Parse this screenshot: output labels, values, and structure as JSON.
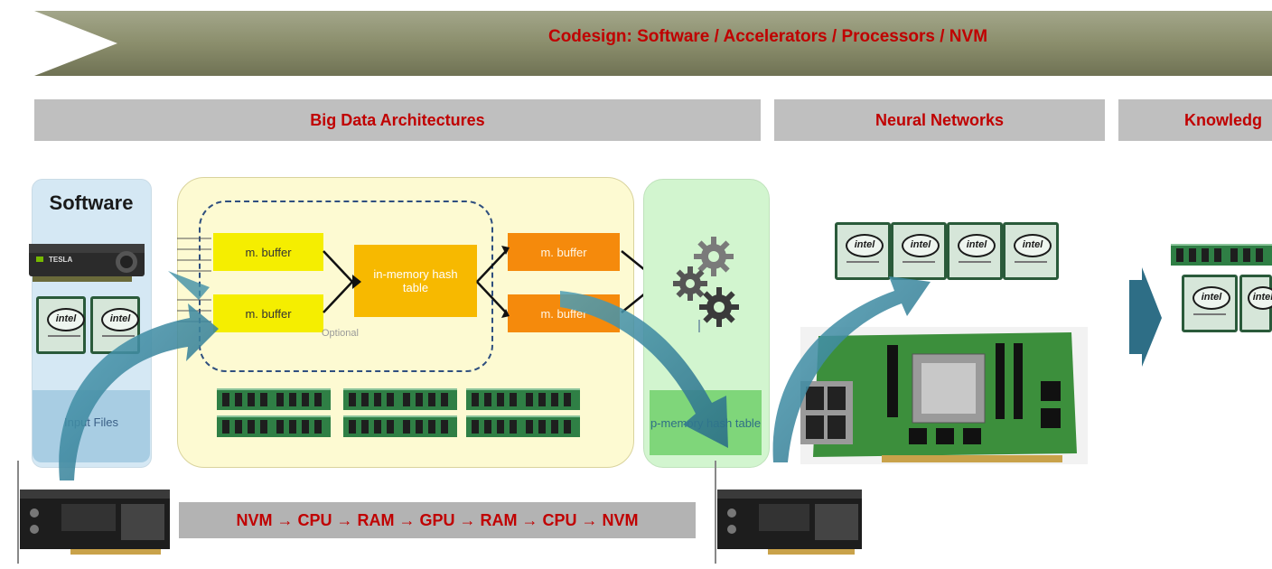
{
  "banner": {
    "title": "Codesign: Software / Accelerators / Processors / NVM"
  },
  "sections": {
    "big_data": "Big Data Architectures",
    "neural": "Neural Networks",
    "knowledge": "Knowledg"
  },
  "software": {
    "title": "Software",
    "gpu_label": "TESLA",
    "input_files": "Input Files"
  },
  "pipeline_block": {
    "buffer_a": "m. buffer",
    "buffer_b": "m. buffer",
    "hash_table": "in-memory hash table",
    "buffer_c": "m. buffer",
    "buffer_d": "m. buffer",
    "optional": "Optional"
  },
  "persistent": {
    "label": "p-memory hash table"
  },
  "chip_brand": "intel",
  "flow": {
    "text": "NVM → CPU → RAM → GPU → RAM → CPU → NVM"
  },
  "colors": {
    "accent_red": "#c00000",
    "banner": "#8a8d6a",
    "arrow": "#2e7d94",
    "yellow_buffer": "#f5ee00",
    "orange_buffer": "#f58a0c"
  }
}
